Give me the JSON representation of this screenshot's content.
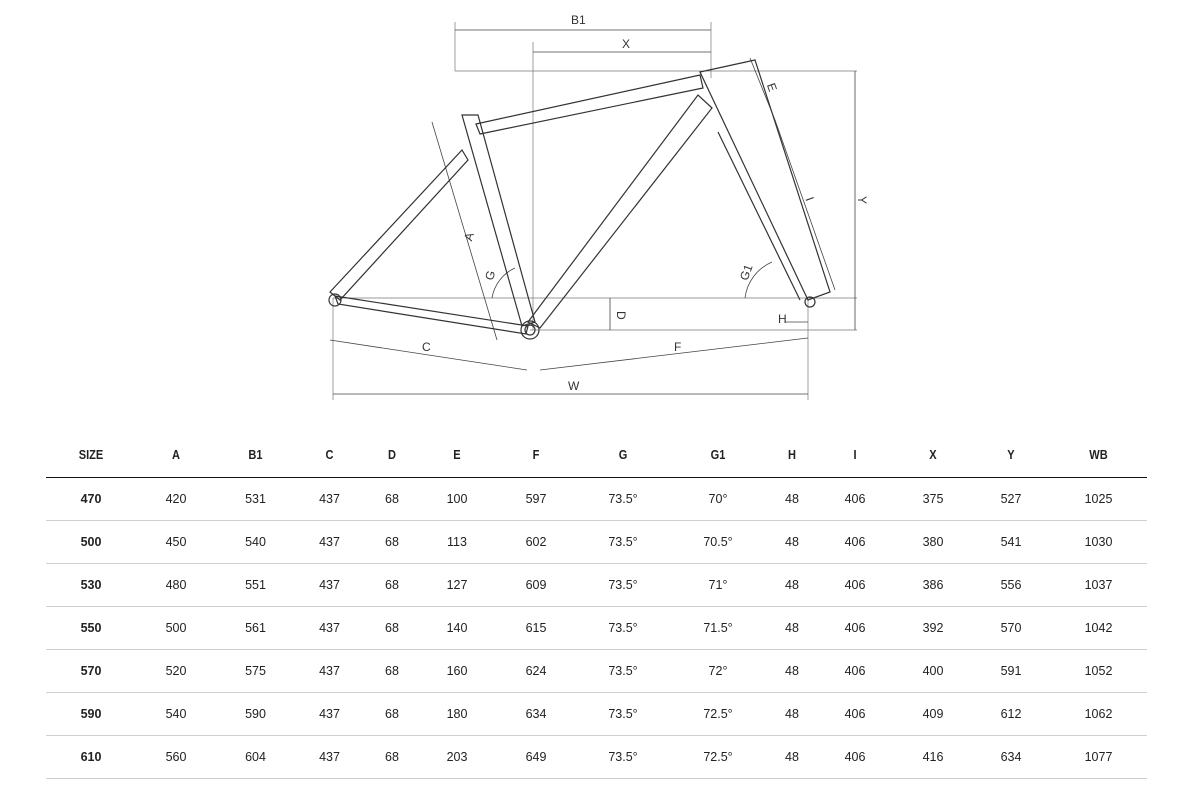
{
  "diagram": {
    "labels": {
      "B1": "B1",
      "X": "X",
      "E": "E",
      "Y": "Y",
      "I": "I",
      "A": "A",
      "G": "G",
      "G1": "G1",
      "D": "D",
      "H": "H",
      "C": "C",
      "F": "F",
      "W": "W"
    }
  },
  "table": {
    "headers": [
      "SIZE",
      "A",
      "B1",
      "C",
      "D",
      "E",
      "F",
      "G",
      "G1",
      "H",
      "I",
      "X",
      "Y",
      "WB"
    ],
    "rows": [
      [
        "470",
        "420",
        "531",
        "437",
        "68",
        "100",
        "597",
        "73.5°",
        "70°",
        "48",
        "406",
        "375",
        "527",
        "1025"
      ],
      [
        "500",
        "450",
        "540",
        "437",
        "68",
        "113",
        "602",
        "73.5°",
        "70.5°",
        "48",
        "406",
        "380",
        "541",
        "1030"
      ],
      [
        "530",
        "480",
        "551",
        "437",
        "68",
        "127",
        "609",
        "73.5°",
        "71°",
        "48",
        "406",
        "386",
        "556",
        "1037"
      ],
      [
        "550",
        "500",
        "561",
        "437",
        "68",
        "140",
        "615",
        "73.5°",
        "71.5°",
        "48",
        "406",
        "392",
        "570",
        "1042"
      ],
      [
        "570",
        "520",
        "575",
        "437",
        "68",
        "160",
        "624",
        "73.5°",
        "72°",
        "48",
        "406",
        "400",
        "591",
        "1052"
      ],
      [
        "590",
        "540",
        "590",
        "437",
        "68",
        "180",
        "634",
        "73.5°",
        "72.5°",
        "48",
        "406",
        "409",
        "612",
        "1062"
      ],
      [
        "610",
        "560",
        "604",
        "437",
        "68",
        "203",
        "649",
        "73.5°",
        "72.5°",
        "48",
        "406",
        "416",
        "634",
        "1077"
      ]
    ]
  }
}
